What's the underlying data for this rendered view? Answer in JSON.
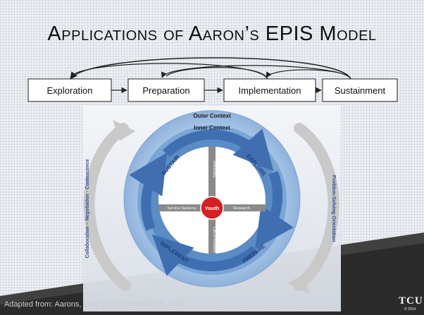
{
  "title": "Applications of Aaron’s EPIS Model",
  "phases": [
    "Exploration",
    "Preparation",
    "Implementation",
    "Sustainment"
  ],
  "diagram": {
    "outer_context": "Outer Context",
    "inner_context": "Inner Context",
    "center": "Youth",
    "cross_labels": {
      "top": "Advocacy",
      "bottom": "CBO/Providers",
      "left": "Service Systems",
      "right": "Research"
    },
    "ring_labels": {
      "top_left": "SUSTAIN",
      "top_right": "EXPLORE",
      "bottom_left": "IMPLEMENT",
      "bottom_right": "PREPARE"
    },
    "left_side": "Collaboration – Negotiation - Coalescence",
    "right_side": "Problem-Solving Orientation"
  },
  "citation": "Adapted from: Aarons, et al. (2011). MHSR, 38, 4-23.",
  "logo": {
    "text": "TCU",
    "year": "© 2014"
  },
  "colors": {
    "outer_ring": "#9dbce0",
    "inner_ring": "#6f9ccf",
    "cycle_arrows": "#3f6fb0",
    "center": "#d81e1e",
    "cross": "#8a8a8a",
    "dark_band": "#2b2b2b"
  }
}
